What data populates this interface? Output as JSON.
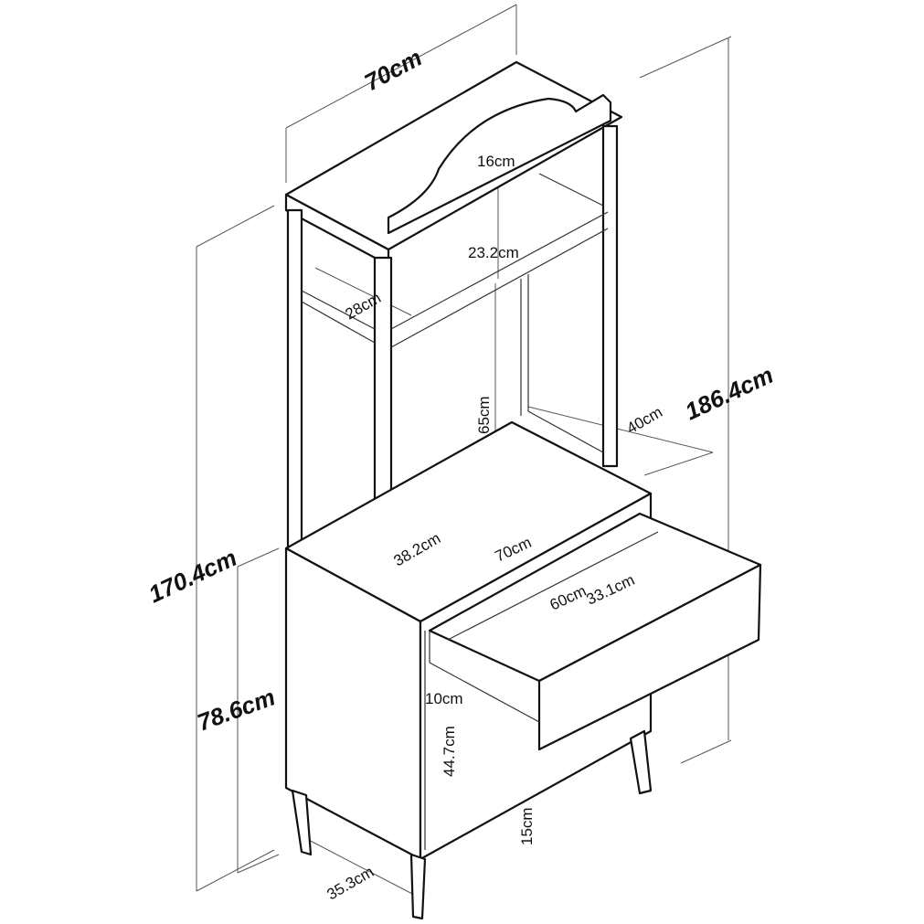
{
  "title": "Hutch cabinet with drawer - dimension diagram",
  "dimensions": {
    "top_width": "70cm",
    "crest_height": "16cm",
    "upper_shelf_gap": "23.2cm",
    "shelf_depth": "28cm",
    "open_height": "65cm",
    "hutch_depth": "40cm",
    "total_height": "186.4cm",
    "hutch_height": "170.4cm",
    "inner_depth": "38.2cm",
    "cabinet_width": "70cm",
    "drawer_width": "60cm",
    "drawer_depth": "33.1cm",
    "cabinet_height": "78.6cm",
    "drawer_height": "10cm",
    "lower_gap": "44.7cm",
    "leg_height": "15cm",
    "cabinet_depth": "35.3cm"
  }
}
